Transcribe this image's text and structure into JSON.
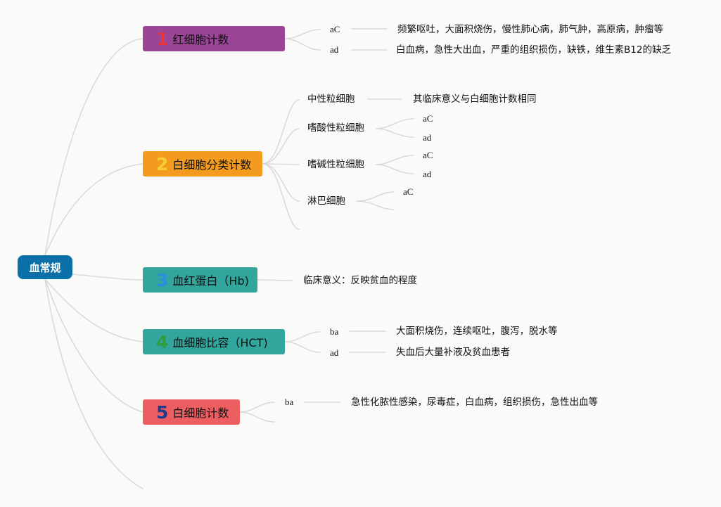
{
  "colors": {
    "root": "#0b6fa8",
    "t1": "#9b4597",
    "t2": "#f39b1f",
    "t3": "#32a69c",
    "t4": "#32a69c",
    "t5": "#ec5e62",
    "n1": "#e8343d",
    "n2": "#f7ce33",
    "n3": "#2a8ee0",
    "n4": "#2f9e3c",
    "n5": "#1f3a8c",
    "line": "#d9d9d9"
  },
  "root": {
    "label": "血常规"
  },
  "t1": {
    "num": "1",
    "label": "红细胞计数",
    "branches": [
      {
        "key": "aC",
        "desc": "频繁呕吐，大面积烧伤，慢性肺心病，肺气肿，高原病，肿瘤等"
      },
      {
        "key": "ad",
        "desc": "白血病，急性大出血，严重的组织损伤，缺铁，维生素B12的缺乏"
      }
    ]
  },
  "t2": {
    "num": "2",
    "label": "白细胞分类计数",
    "sub1": {
      "label": "中性粒细胞",
      "desc": "其临床意义与白细胞计数相同"
    },
    "sub2": {
      "label": "嗜酸性粒细胞",
      "a": "aC",
      "b": "ad"
    },
    "sub3": {
      "label": "嗜碱性粒细胞",
      "a": "aC",
      "b": "ad"
    },
    "sub4": {
      "label": "淋巴细胞",
      "a": "aC"
    }
  },
  "t3": {
    "num": "3",
    "label": "血红蛋白（Hb)",
    "desc": "临床意义：反映贫血的程度"
  },
  "t4": {
    "num": "4",
    "label": "血细胞比容（HCT)",
    "branches": [
      {
        "key": "ba",
        "desc": "大面积烧伤，连续呕吐，腹泻，脱水等"
      },
      {
        "key": "ad",
        "desc": "失血后大量补液及贫血患者"
      }
    ]
  },
  "t5": {
    "num": "5",
    "label": "白细胞计数",
    "branches": [
      {
        "key": "ba",
        "desc": "急性化脓性感染，尿毒症，白血病，组织损伤，急性出血等"
      }
    ]
  }
}
